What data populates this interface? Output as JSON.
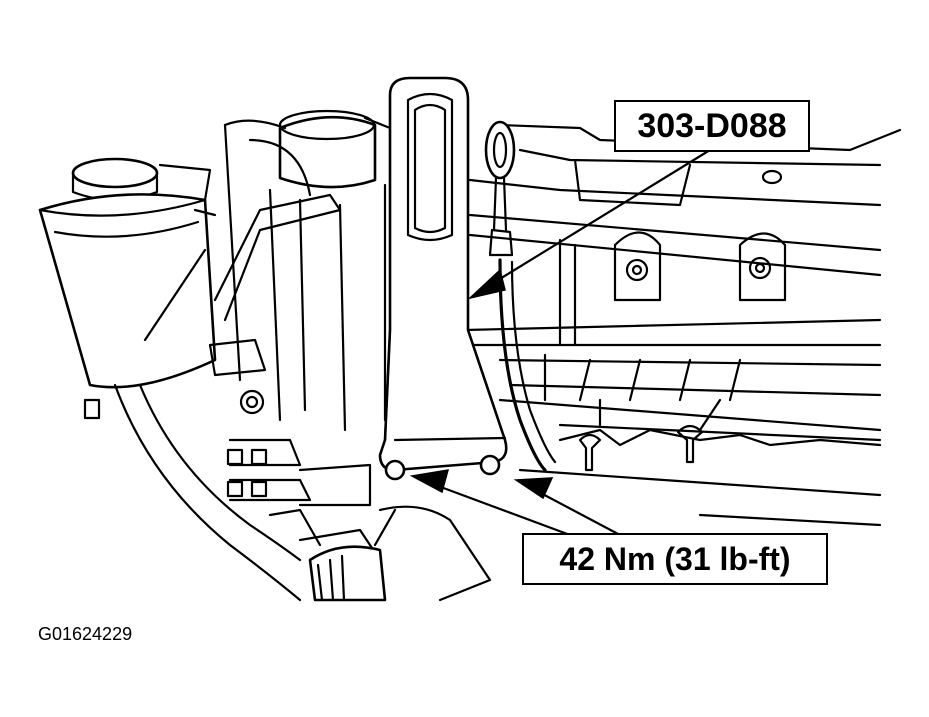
{
  "callouts": {
    "tool": "303-D088",
    "torque": "42 Nm (31 lb-ft)"
  },
  "figure_id": "G01624229"
}
